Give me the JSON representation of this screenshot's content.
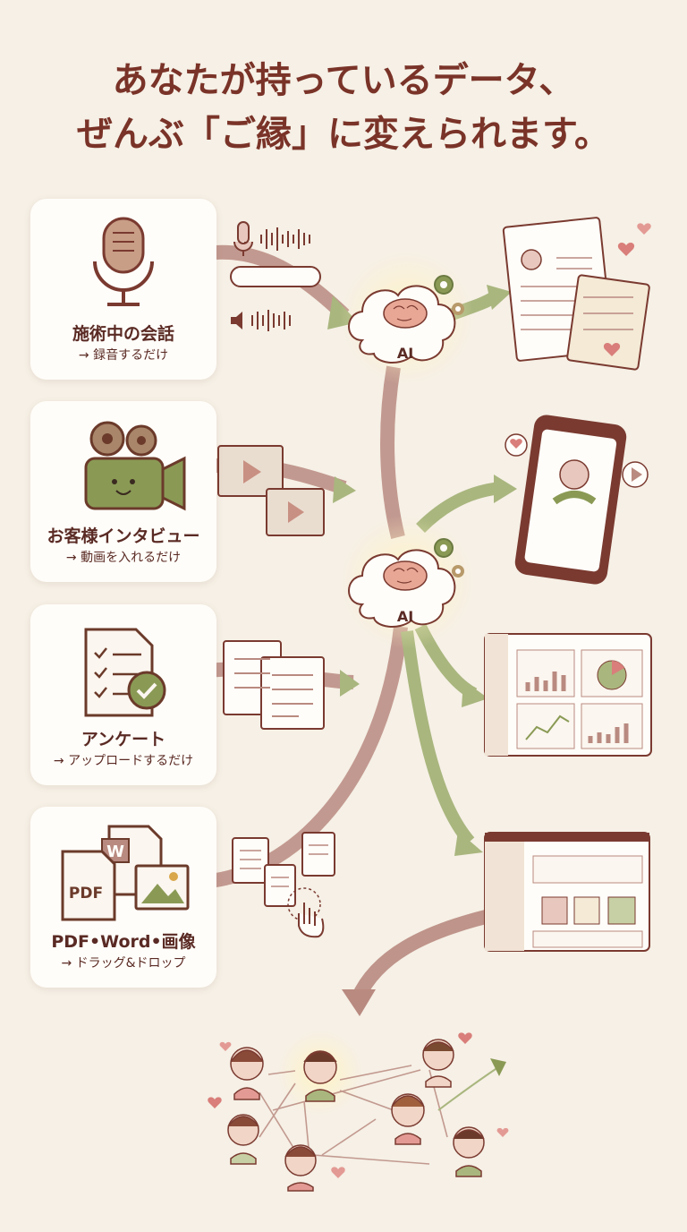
{
  "headline": {
    "line1": "あなたが持っているデータ、",
    "line2": "ぜんぶ「ご縁」に変えられます。"
  },
  "sources": [
    {
      "title": "施術中の会話",
      "sub": "→ 録音するだけ",
      "icon": "microphone-icon"
    },
    {
      "title": "お客様インタビュー",
      "sub": "→ 動画を入れるだけ",
      "icon": "video-camera-icon"
    },
    {
      "title": "アンケート",
      "sub": "→ アップロードするだけ",
      "icon": "survey-document-icon"
    },
    {
      "title": "PDF•Word•画像",
      "sub": "→ ドラッグ&ドロップ",
      "icon": "files-icon"
    }
  ],
  "file_labels": {
    "pdf": "PDF",
    "word": "W"
  },
  "ai_nodes": [
    {
      "label": "AI"
    },
    {
      "label": "AI"
    }
  ],
  "colors": {
    "background": "#f6f0e6",
    "headline": "#7a3328",
    "arrow_rose": "#b98a80",
    "arrow_green": "#a9b67e",
    "accent_green": "#8a9a55",
    "brown": "#7a3a30"
  }
}
